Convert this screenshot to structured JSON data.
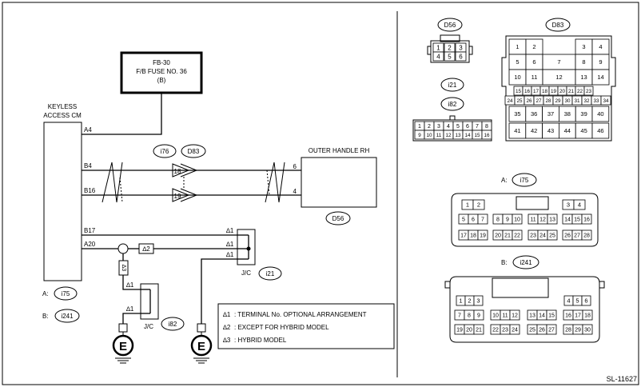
{
  "fuse": {
    "line1": "FB-30",
    "line2": "F/B FUSE NO. 36",
    "line3": "(B)"
  },
  "keyless": {
    "line1": "KEYLESS",
    "line2": "ACCESS CM"
  },
  "pins": {
    "a4": "A4",
    "b4": "B4",
    "b16": "B16",
    "b17": "B17",
    "a20": "A20"
  },
  "conn": {
    "i76": "i76",
    "d83": "D83",
    "pin18": "18",
    "pin19": "19"
  },
  "handle": {
    "label": "OUTER HANDLE RH",
    "pin6": "6",
    "pin4": "4",
    "conn": "D56"
  },
  "jc1": {
    "label": "J/C",
    "conn": "i21",
    "mark1": "∆1",
    "mark2": "∆1",
    "mark3": "∆1"
  },
  "jc2": {
    "label": "J/C",
    "conn": "i82",
    "mark1": "∆1",
    "mark2": "∆1"
  },
  "marks": {
    "star2": "∆2",
    "star3": "∆3"
  },
  "ground": {
    "e1": "E",
    "e2": "E"
  },
  "ab": {
    "a_label": "A:",
    "a_conn": "i75",
    "b_label": "B:",
    "b_conn": "i241"
  },
  "legend": {
    "items": [
      {
        "mark": "∆1",
        "text": ": TERMINAL No. OPTIONAL ARRANGEMENT"
      },
      {
        "mark": "∆2",
        "text": ": EXCEPT FOR HYBRID MODEL"
      },
      {
        "mark": "∆3",
        "text": ": HYBRID MODEL"
      }
    ]
  },
  "d56": {
    "title": "D56",
    "row1": [
      "1",
      "2",
      "3"
    ],
    "row2": [
      "4",
      "5",
      "6"
    ]
  },
  "d83": {
    "title": "D83",
    "r1": [
      "1",
      "2",
      "3",
      "4"
    ],
    "r2": [
      "5",
      "6",
      "7",
      "8",
      "9"
    ],
    "r3": [
      "10",
      "11",
      "12",
      "13",
      "14"
    ],
    "r4": [
      "15",
      "16",
      "17",
      "18",
      "19",
      "20",
      "21",
      "22",
      "23"
    ],
    "r5": [
      "24",
      "25",
      "26",
      "27",
      "28",
      "29",
      "30",
      "31",
      "32",
      "33",
      "34"
    ],
    "r6": [
      "35",
      "36",
      "37",
      "38",
      "39",
      "40"
    ],
    "r7": [
      "41",
      "42",
      "43",
      "44",
      "45",
      "46"
    ]
  },
  "i21i82": {
    "title1": "i21",
    "title2": "i82",
    "row1": [
      "1",
      "2",
      "3",
      "4",
      "5",
      "6",
      "7",
      "8"
    ],
    "row2": [
      "9",
      "10",
      "11",
      "12",
      "13",
      "14",
      "15",
      "16"
    ]
  },
  "i75": {
    "label": "A:",
    "title": "i75",
    "r1a": [
      "1",
      "2"
    ],
    "r1b": [
      "3",
      "4"
    ],
    "r2": [
      [
        "5",
        "6",
        "7"
      ],
      [
        "8",
        "9",
        "10"
      ],
      [
        "11",
        "12",
        "13"
      ],
      [
        "14",
        "15",
        "16"
      ]
    ],
    "r3": [
      [
        "17",
        "18",
        "19"
      ],
      [
        "20",
        "21",
        "22"
      ],
      [
        "23",
        "24",
        "25"
      ],
      [
        "26",
        "27",
        "28"
      ]
    ]
  },
  "i241": {
    "label": "B:",
    "title": "i241",
    "r1a": [
      "1",
      "2",
      "3"
    ],
    "r1b": [
      "4",
      "5",
      "6"
    ],
    "r2": [
      [
        "7",
        "8",
        "9"
      ],
      [
        "10",
        "11",
        "12"
      ],
      [
        "13",
        "14",
        "15"
      ],
      [
        "16",
        "17",
        "18"
      ]
    ],
    "r3": [
      [
        "19",
        "20",
        "21"
      ],
      [
        "22",
        "23",
        "24"
      ],
      [
        "25",
        "26",
        "27"
      ],
      [
        "28",
        "29",
        "30"
      ]
    ]
  },
  "code": "SL-11627"
}
